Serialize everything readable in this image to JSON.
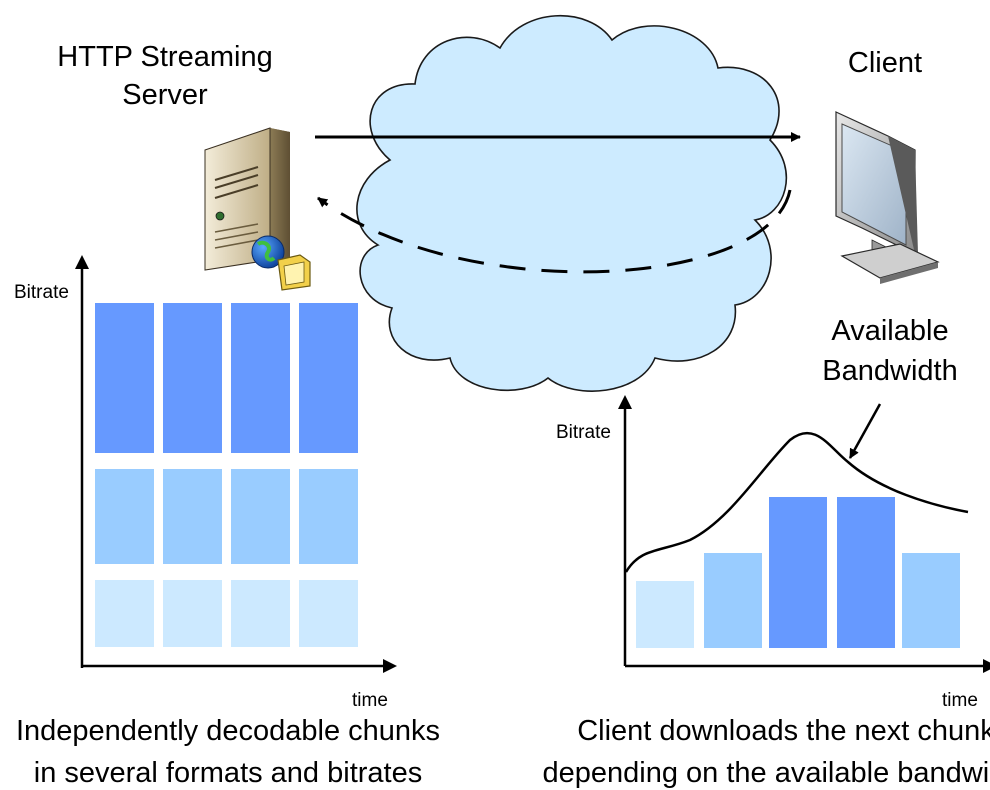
{
  "server": {
    "title_line1": "HTTP Streaming",
    "title_line2": "Server",
    "icon": "server-tower-icon"
  },
  "client": {
    "title": "Client",
    "icon": "computer-monitor-icon"
  },
  "network": {
    "icon": "cloud-icon"
  },
  "server_chart": {
    "ylabel": "Bitrate",
    "xlabel": "time",
    "caption_line1": "Independently decodable chunks",
    "caption_line2": "in several formats and bitrates",
    "levels": [
      "high",
      "medium",
      "low"
    ],
    "chunks_per_level": 4
  },
  "client_chart": {
    "ylabel": "Bitrate",
    "xlabel": "time",
    "bandwidth_label_line1": "Available",
    "bandwidth_label_line2": "Bandwidth",
    "caption_line1": "Client downloads the next chunk",
    "caption_line2": "depending on the available bandwidth",
    "chunk_levels": [
      "low",
      "medium",
      "high",
      "high",
      "medium"
    ]
  },
  "colors": {
    "high": "#6699FF",
    "medium": "#99CCFF",
    "low": "#CCE9FF",
    "cloud_fill": "#CDEBFF",
    "cloud_stroke": "#1a1a1a"
  }
}
